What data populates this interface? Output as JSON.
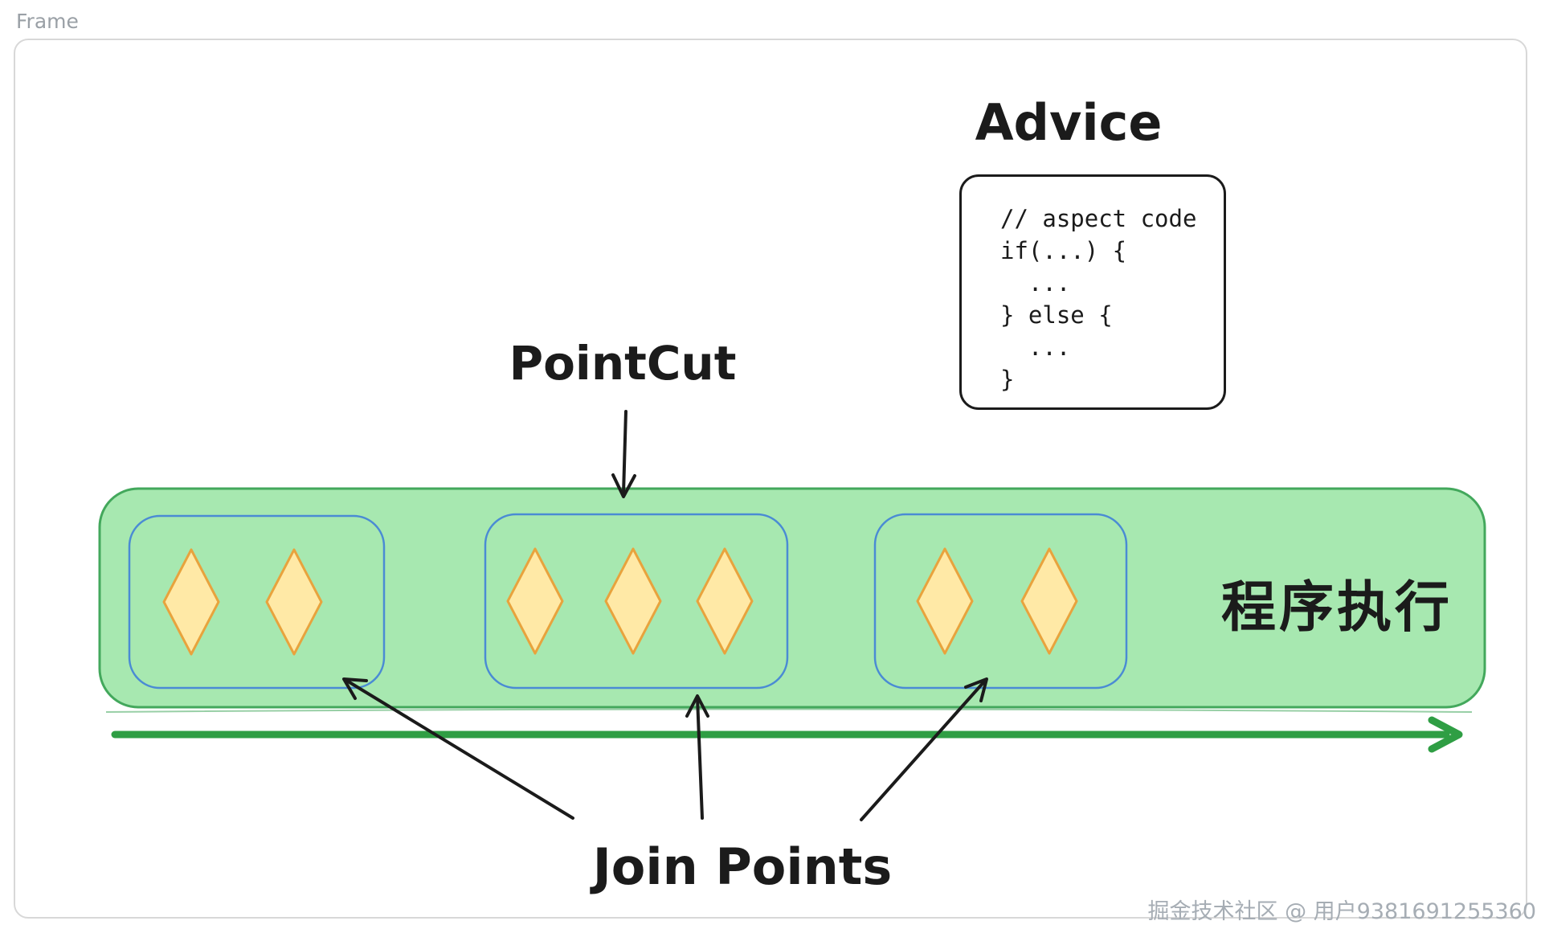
{
  "frame": {
    "label": "Frame"
  },
  "diagram": {
    "advice": {
      "title": "Advice",
      "code_lines": [
        "// aspect code",
        "if(...) {",
        "  ...",
        "} else {",
        "  ...",
        "}"
      ]
    },
    "pointcut": {
      "label": "PointCut"
    },
    "join_points": {
      "label": "Join Points"
    },
    "execution_bar": {
      "label": "程序执行"
    },
    "groups": [
      {
        "name": "group-1",
        "diamonds": 2
      },
      {
        "name": "group-2",
        "diamonds": 3
      },
      {
        "name": "group-3",
        "diamonds": 2
      }
    ]
  },
  "watermark": {
    "text": "掘金技术社区 @ 用户9381691255360"
  },
  "colors": {
    "green_fill": "#a7e8b0",
    "green_stroke": "#43a85c",
    "arrow_green": "#2f9e44",
    "blue": "#4a8bd4",
    "diamond_fill": "#ffe9a6",
    "diamond_stroke": "#e8a33d",
    "ink": "#1b1b1b",
    "frame_border": "#d8d8d8",
    "frame_label": "#9aa0a6",
    "watermark": "#a6adb4"
  }
}
